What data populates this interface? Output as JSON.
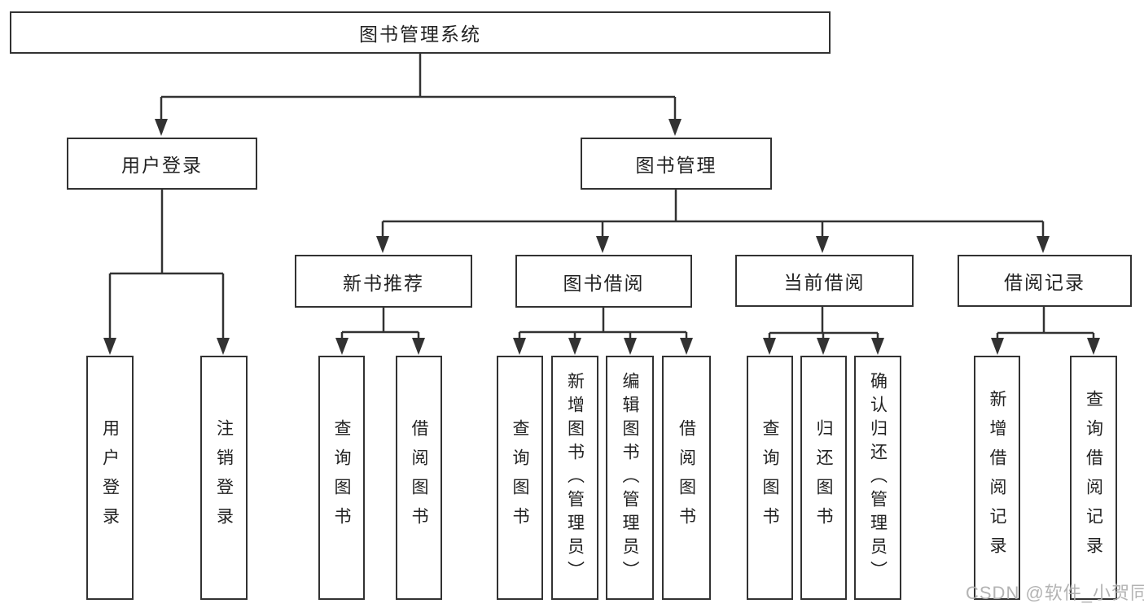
{
  "diagram": {
    "root": {
      "label": "图书管理系统",
      "children": [
        {
          "label": "用户登录",
          "children": [
            {
              "label": "用户登录"
            },
            {
              "label": "注销登录"
            }
          ]
        },
        {
          "label": "图书管理",
          "children": [
            {
              "label": "新书推荐",
              "children": [
                {
                  "label": "查询图书"
                },
                {
                  "label": "借阅图书"
                }
              ]
            },
            {
              "label": "图书借阅",
              "children": [
                {
                  "label": "查询图书"
                },
                {
                  "label": "新增图书（管理员）"
                },
                {
                  "label": "编辑图书（管理员）"
                },
                {
                  "label": "借阅图书"
                }
              ]
            },
            {
              "label": "当前借阅",
              "children": [
                {
                  "label": "查询图书"
                },
                {
                  "label": "归还图书"
                },
                {
                  "label": "确认归还（管理员）"
                }
              ]
            },
            {
              "label": "借阅记录",
              "children": [
                {
                  "label": "新增借阅记录"
                },
                {
                  "label": "查询借阅记录"
                }
              ]
            }
          ]
        }
      ]
    },
    "colors": {
      "line": "#323232",
      "text": "#222222",
      "background": "#ffffff",
      "watermark": "#acacac"
    }
  },
  "watermark": {
    "text": "CSDN @软件_小贺同学"
  }
}
